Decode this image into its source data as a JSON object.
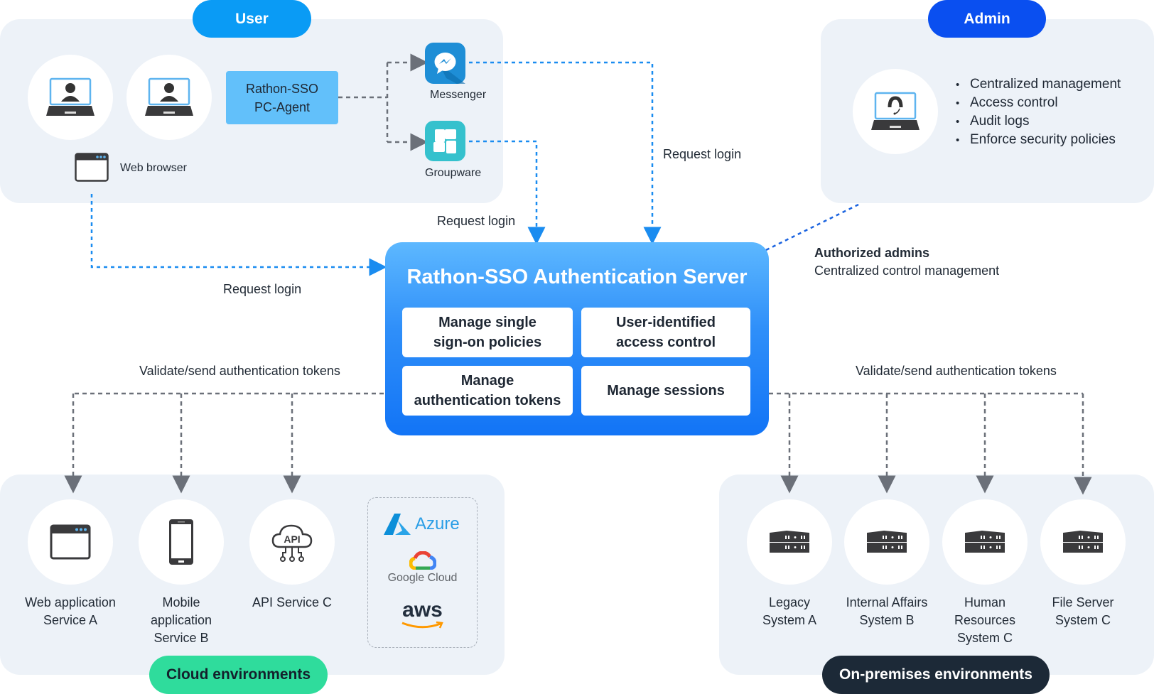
{
  "user_section": {
    "badge": "User",
    "agent_label": "Rathon-SSO\nPC-Agent",
    "web_browser_label": "Web browser",
    "apps": [
      {
        "name": "Messenger",
        "icon": "messenger-icon"
      },
      {
        "name": "Groupware",
        "icon": "groupware-icon"
      }
    ]
  },
  "admin_section": {
    "badge": "Admin",
    "features": [
      "Centralized management",
      "Access control",
      "Audit logs",
      "Enforce security policies"
    ],
    "authorized_title": "Authorized admins",
    "authorized_desc": "Centralized control management"
  },
  "flows": {
    "request_login_browser": "Request login",
    "request_login_groupware": "Request login",
    "request_login_messenger": "Request login",
    "validate_left": "Validate/send authentication tokens",
    "validate_right": "Validate/send authentication tokens"
  },
  "server": {
    "title": "Rathon-SSO Authentication Server",
    "functions": [
      "Manage single\nsign-on policies",
      "User-identified\naccess control",
      "Manage\nauthentication tokens",
      "Manage sessions"
    ]
  },
  "cloud": {
    "badge": "Cloud environments",
    "services": [
      {
        "label": "Web application\nService A",
        "icon": "browser-window-icon"
      },
      {
        "label": "Mobile\napplication\nService B",
        "icon": "smartphone-icon"
      },
      {
        "label": "API Service C",
        "icon": "api-cloud-icon"
      }
    ],
    "providers": [
      "Azure",
      "Google Cloud",
      "aws"
    ]
  },
  "onprem": {
    "badge": "On-premises environments",
    "systems": [
      {
        "label": "Legacy\nSystem A"
      },
      {
        "label": "Internal Affairs\nSystem B"
      },
      {
        "label": "Human\nResources\nSystem C"
      },
      {
        "label": "File Server\nSystem C"
      }
    ]
  },
  "colors": {
    "user_badge": "#0a9bf5",
    "admin_badge": "#0a4ff0",
    "cloud_badge": "#2fdc9c",
    "onprem_badge": "#1c2937",
    "agent_box": "#62c0fa",
    "flow_blue": "#1a8cf0",
    "flow_gray": "#6b7079",
    "panel_bg": "#edf2f8"
  }
}
